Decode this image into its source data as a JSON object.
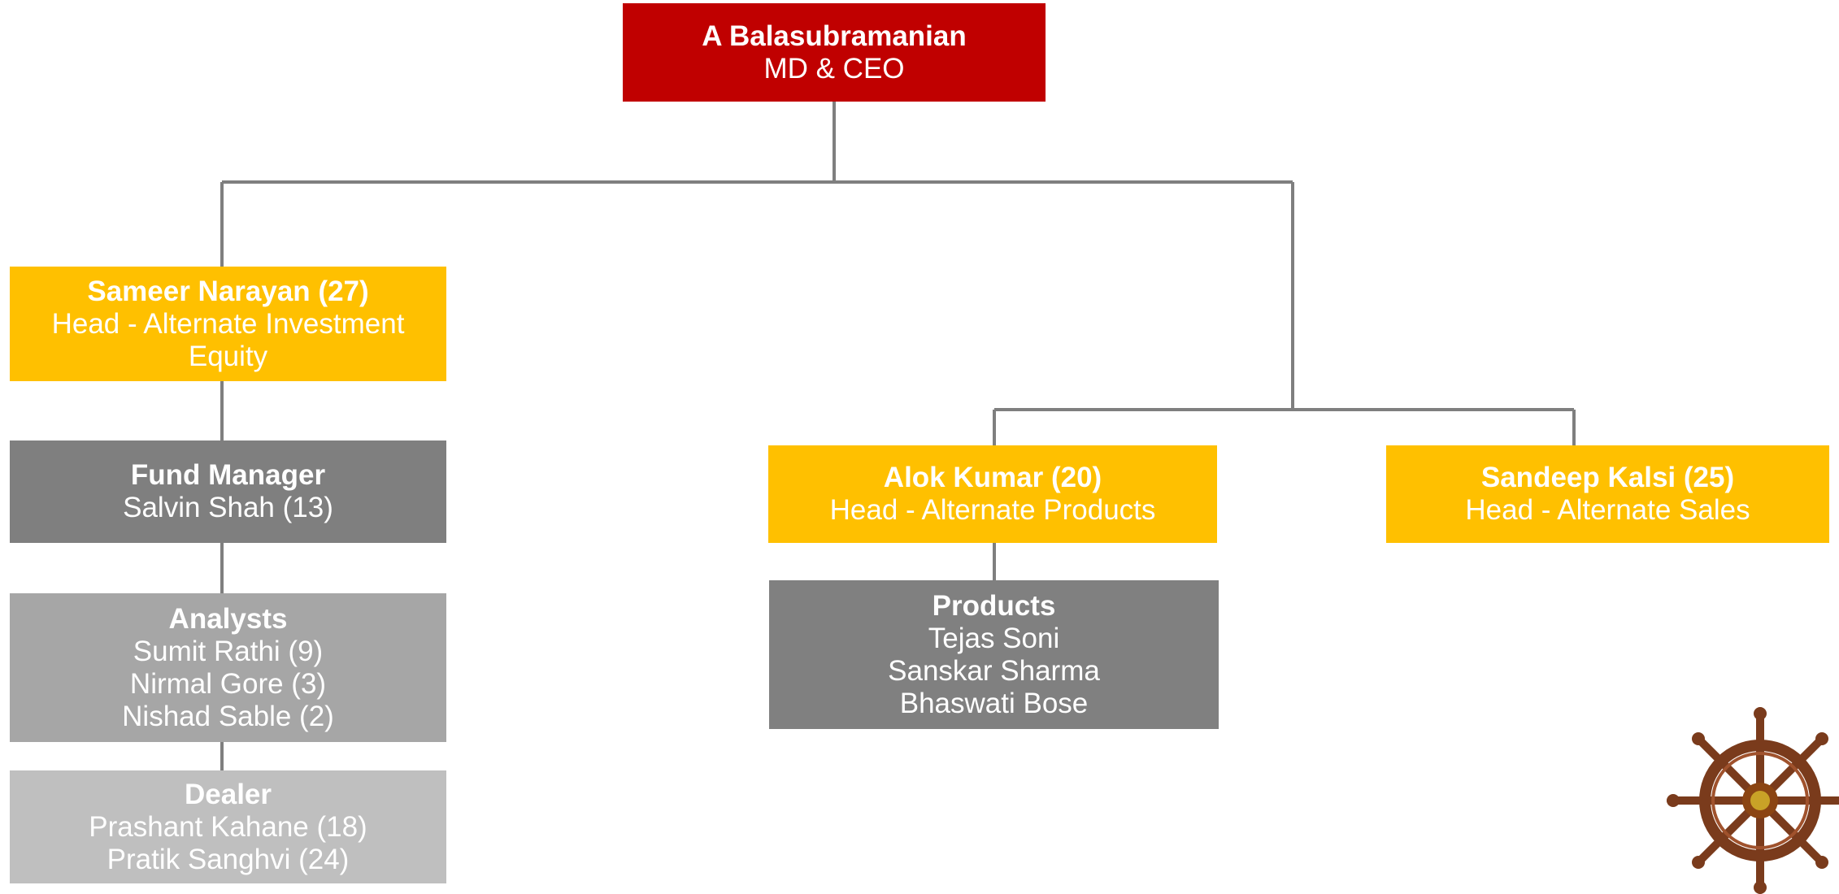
{
  "colors": {
    "ceo": "#c00000",
    "head": "#ffc000",
    "fund_manager": "#7f7f7f",
    "analysts": "#a6a6a6",
    "dealer": "#bfbfbf",
    "products": "#808080",
    "connector": "#7f7f7f",
    "wheel": "#7a3b1c"
  },
  "ceo": {
    "name": "A Balasubramanian",
    "role": "MD & CEO"
  },
  "sameer": {
    "name": "Sameer Narayan (27)",
    "role_lines": [
      "Head - Alternate Investment",
      "Equity"
    ]
  },
  "fund_manager": {
    "title": "Fund Manager",
    "members": [
      "Salvin Shah (13)"
    ]
  },
  "analysts": {
    "title": "Analysts",
    "members": [
      "Sumit Rathi (9)",
      "Nirmal Gore (3)",
      "Nishad Sable (2)"
    ]
  },
  "dealer": {
    "title": "Dealer",
    "members": [
      "Prashant Kahane (18)",
      "Pratik Sanghvi (24)"
    ]
  },
  "alok": {
    "name": "Alok Kumar (20)",
    "role": "Head - Alternate Products"
  },
  "products": {
    "title": "Products",
    "members": [
      "Tejas Soni",
      "Sanskar Sharma",
      "Bhaswati Bose"
    ]
  },
  "sandeep": {
    "name": "Sandeep Kalsi (25)",
    "role": "Head - Alternate Sales"
  },
  "decoration": {
    "icon": "ship-wheel-icon"
  }
}
